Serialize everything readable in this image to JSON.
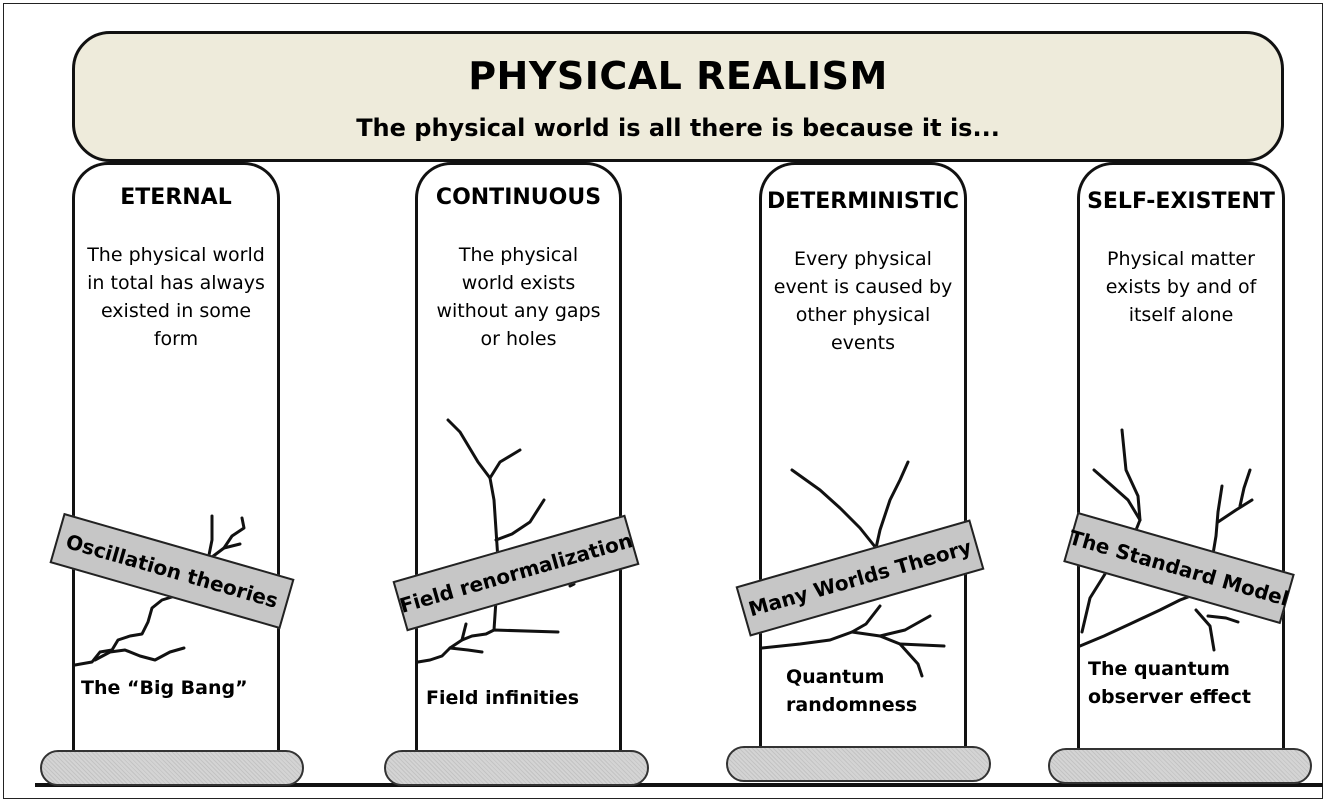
{
  "header": {
    "title": "PHYSICAL REALISM",
    "subtitle": "The physical world is all there is because it is..."
  },
  "pillars": [
    {
      "title": "ETERNAL",
      "description": "The physical world\nin total has always\nexisted in some\nform",
      "band": "Oscillation theories",
      "problem": "The “Big Bang”"
    },
    {
      "title": "CONTINUOUS",
      "description": "The physical\nworld exists\nwithout any gaps\nor holes",
      "band": "Field renormalization",
      "problem": "Field infinities"
    },
    {
      "title": "DETERMINISTIC",
      "description": "Every physical\nevent is caused by\nother physical\nevents",
      "band": "Many Worlds Theory",
      "problem": "Quantum\nrandomness"
    },
    {
      "title": "SELF-EXISTENT",
      "description": "Physical matter\nexists by and of\nitself alone",
      "band": "The Standard Model",
      "problem": "The quantum\nobserver effect"
    }
  ],
  "colors": {
    "roof_fill": "#eeebdb",
    "band_fill": "#c6c6c6",
    "base_fill": "#d4d4d4",
    "outline": "#111111"
  }
}
